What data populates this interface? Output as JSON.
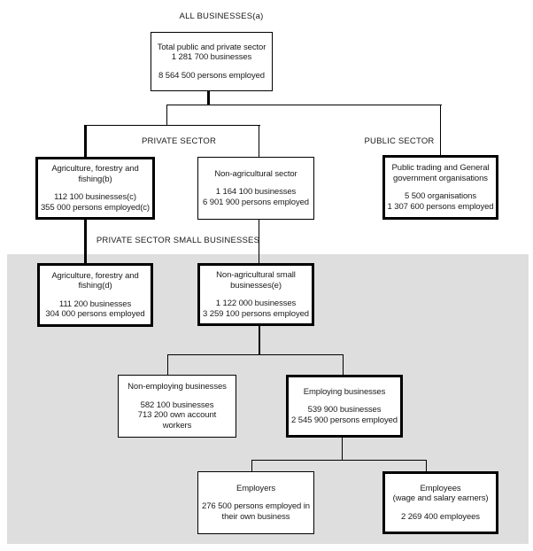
{
  "colors": {
    "section_bg": "#dedede",
    "line": "#000000",
    "box_bg": "#ffffff",
    "text": "#1a1a1a"
  },
  "labels": {
    "all_businesses": "ALL BUSINESSES(a)",
    "private_sector": "PRIVATE SECTOR",
    "public_sector": "PUBLIC SECTOR",
    "small_businesses": "PRIVATE SECTOR SMALL BUSINESSES"
  },
  "nodes": {
    "total": {
      "lines": [
        "Total public and private sector",
        "1 281 700 businesses",
        "",
        "8 564 500 persons employed"
      ]
    },
    "agriculture_private": {
      "lines": [
        "Agriculture, forestry and",
        "fishing(b)",
        "",
        "112 100 businesses(c)",
        "355 000 persons employed(c)"
      ]
    },
    "non_agricultural": {
      "lines": [
        "Non-agricultural sector",
        "",
        "1 164 100 businesses",
        "6 901 900 persons employed"
      ]
    },
    "public": {
      "lines": [
        "Public trading and General",
        "government organisations",
        "",
        "5 500 organisations",
        "1 307 600 persons employed"
      ]
    },
    "agriculture_small": {
      "lines": [
        "Agriculture, forestry and",
        "fishing(d)",
        "",
        "111 200 businesses",
        "304 000 persons employed"
      ]
    },
    "non_agricultural_small": {
      "lines": [
        "Non-agricultural small",
        "businesses(e)",
        "",
        "1 122 000 businesses",
        "3 259 100 persons employed"
      ]
    },
    "non_employing": {
      "lines": [
        "Non-employing businesses",
        "",
        "582 100 businesses",
        "713 200 own account",
        "workers"
      ]
    },
    "employing": {
      "lines": [
        "Employing businesses",
        "",
        "539 900 businesses",
        "2 545 900 persons employed"
      ]
    },
    "employers": {
      "lines": [
        "Employers",
        "",
        "276 500 persons employed in",
        "their own business"
      ]
    },
    "employees": {
      "lines": [
        "Employees",
        "(wage and salary earners)",
        "",
        "2 269 400 employees"
      ]
    }
  }
}
